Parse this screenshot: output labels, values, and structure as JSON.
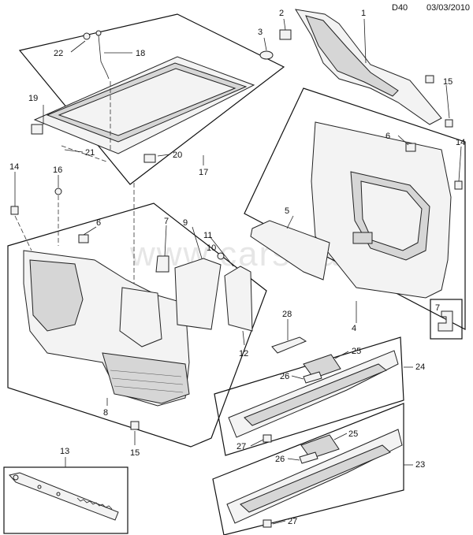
{
  "header": {
    "code": "D40",
    "date": "03/03/2010"
  },
  "watermark": "www.carsklad.ru",
  "callouts": {
    "c1": "1",
    "c2": "2",
    "c3": "3",
    "c4": "4",
    "c5": "5",
    "c6a": "6",
    "c6b": "6",
    "c7a": "7",
    "c7b": "7",
    "c8": "8",
    "c9": "9",
    "c10": "10",
    "c11": "11",
    "c12": "12",
    "c13": "13",
    "c14a": "14",
    "c14b": "14",
    "c15a": "15",
    "c15b": "15",
    "c16": "16",
    "c17": "17",
    "c18": "18",
    "c19": "19",
    "c20": "20",
    "c21": "21",
    "c22": "22",
    "c23": "23",
    "c24": "24",
    "c25a": "25",
    "c25b": "25",
    "c26a": "26",
    "c26b": "26",
    "c27a": "27",
    "c27b": "27",
    "c28": "28"
  }
}
